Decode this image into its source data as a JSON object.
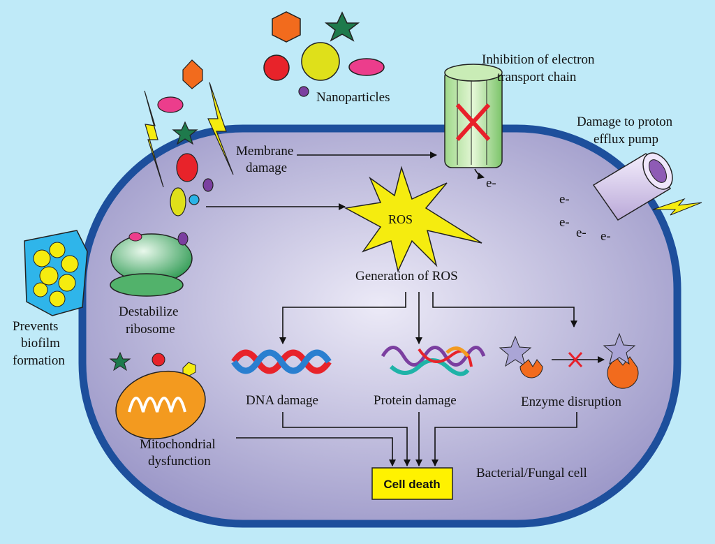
{
  "labels": {
    "nanoparticles": "Nanoparticles",
    "etc_line1": "Inhibition of electron",
    "etc_line2": "transport chain",
    "pump_line1": "Damage to proton",
    "pump_line2": "efflux pump",
    "membrane_line1": "Membrane",
    "membrane_line2": "damage",
    "ros_burst": "ROS",
    "ros_generation": "Generation of ROS",
    "ribosome_line1": "Destabilize",
    "ribosome_line2": "ribosome",
    "biofilm_line1": "Prevents",
    "biofilm_line2": "biofilm",
    "biofilm_line3": "formation",
    "dna": "DNA damage",
    "protein": "Protein damage",
    "enzyme": "Enzyme disruption",
    "mito_line1": "Mitochondrial",
    "mito_line2": "dysfunction",
    "cell_death": "Cell death",
    "cell_type": "Bacterial/Fungal cell",
    "electrons": [
      "e-",
      "e-",
      "e-",
      "e-",
      "e-"
    ]
  },
  "colors": {
    "background": "#bfeaf8",
    "cell_border": "#1d4f9c",
    "cell_fill_center": "#eceaf7",
    "cell_fill_edge": "#9d99c9",
    "cell_death_box": "#fff200",
    "inhibition_x": "#e8202a"
  }
}
